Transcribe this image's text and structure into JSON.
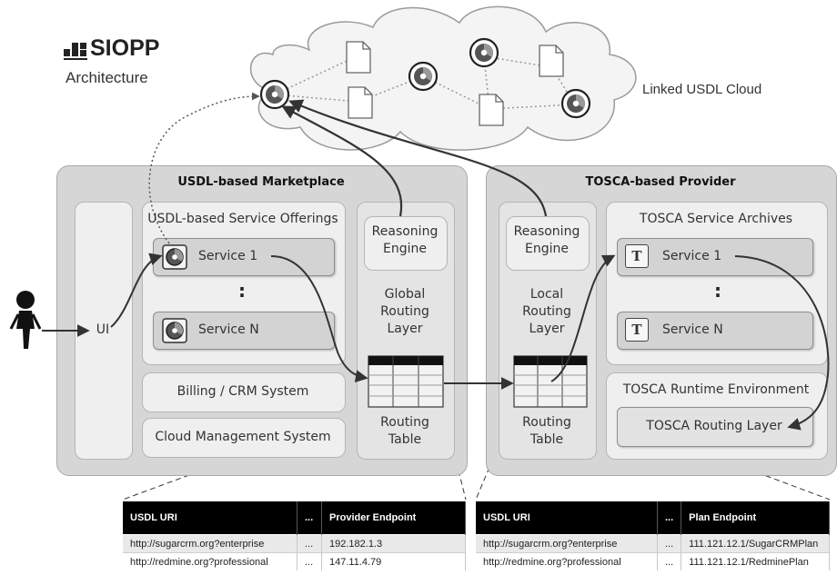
{
  "logo": {
    "name": "SIOPP",
    "subtitle": "Architecture"
  },
  "cloud": {
    "label": "Linked USDL Cloud"
  },
  "marketplace": {
    "title": "USDL-based Marketplace",
    "ui_label": "UI",
    "offerings_title": "USDL-based Service Offerings",
    "services": [
      "Service 1",
      "Service N"
    ],
    "ellipsis": ":",
    "billing": "Billing / CRM System",
    "cloud_mgmt": "Cloud Management System",
    "reasoning_engine": "Reasoning Engine",
    "routing_layer": "Global Routing Layer",
    "routing_table": "Routing Table"
  },
  "provider": {
    "title": "TOSCA-based Provider",
    "reasoning_engine": "Reasoning Engine",
    "routing_layer": "Local Routing Layer",
    "routing_table": "Routing Table",
    "archives_title": "TOSCA Service Archives",
    "services": [
      "Service 1",
      "Service N"
    ],
    "ellipsis": ":",
    "archive_icon": "T",
    "runtime_title": "TOSCA Runtime Environment",
    "routing_layer_box": "TOSCA Routing Layer"
  },
  "global_table": {
    "headers": [
      "USDL URI",
      "...",
      "Provider Endpoint"
    ],
    "rows": [
      [
        "http://sugarcrm.org?enterprise",
        "...",
        "192.182.1.3"
      ],
      [
        "http://redmine.org?professional",
        "...",
        "147.11.4.79"
      ]
    ]
  },
  "local_table": {
    "headers": [
      "USDL URI",
      "...",
      "Plan Endpoint"
    ],
    "rows": [
      [
        "http://sugarcrm.org?enterprise",
        "...",
        "111.121.12.1/SugarCRMPlan"
      ],
      [
        "http://redmine.org?professional",
        "...",
        "111.121.12.1/RedminePlan"
      ]
    ]
  },
  "icons": [
    "usdl-service-icon",
    "document-icon",
    "tosca-archive-icon",
    "routing-table-icon",
    "user-icon"
  ],
  "colors": {
    "panel": "#d6d6d6",
    "subpanel": "#efefef",
    "item": "#d3d3d3",
    "cloud": "#f4f4f4",
    "table_header": "#000000"
  }
}
